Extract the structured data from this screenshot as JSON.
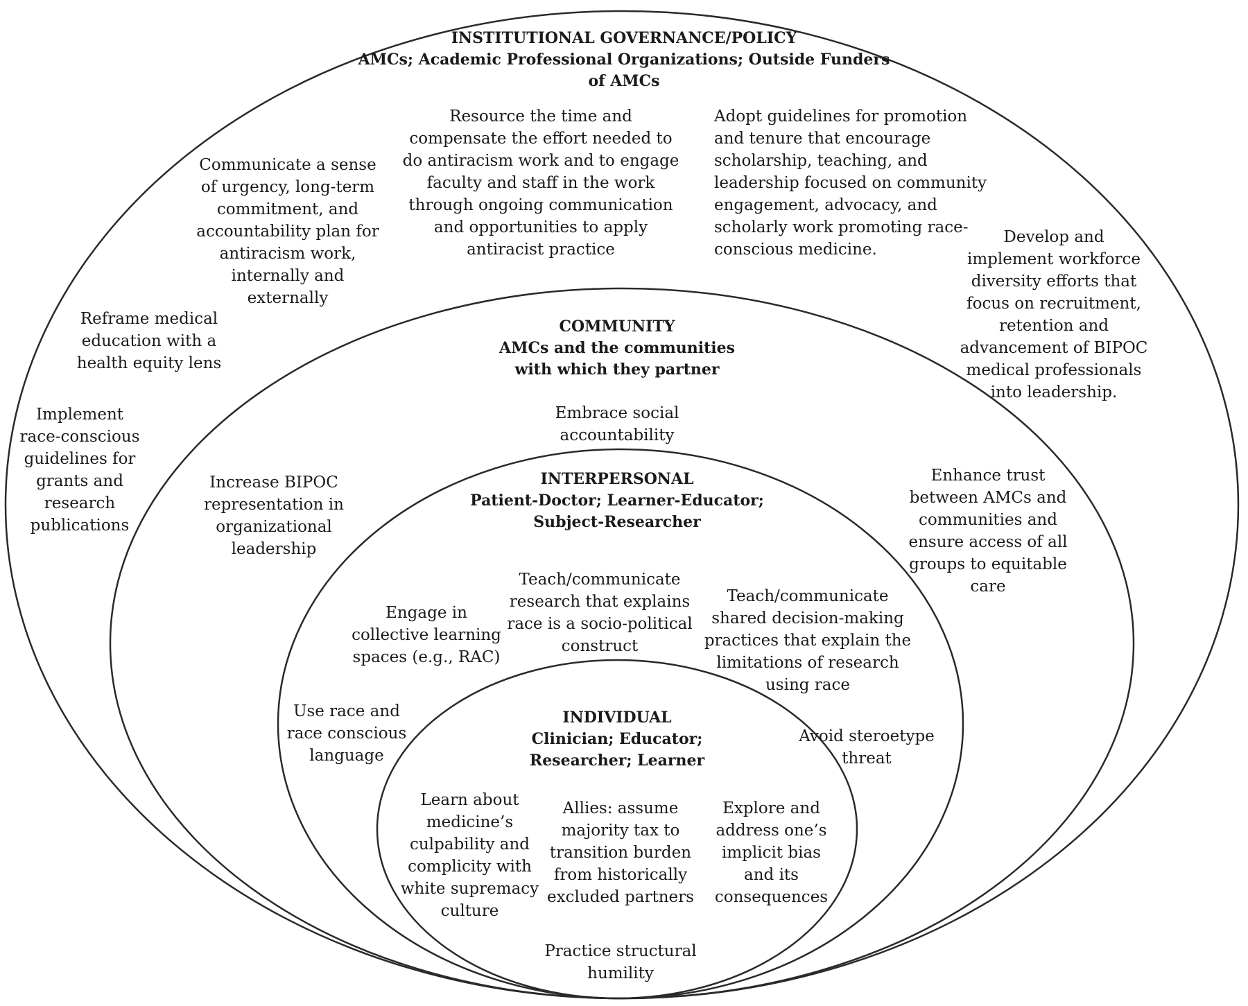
{
  "levels": {
    "institutional": {
      "name": "INSTITUTIONAL GOVERNANCE/POLICY",
      "sub": "AMCs; Academic Professional Organizations; Outside Funders\nof AMCs"
    },
    "community": {
      "name": "COMMUNITY",
      "sub": "AMCs and the communities\nwith which they partner"
    },
    "interpersonal": {
      "name": "INTERPERSONAL",
      "sub": "Patient-Doctor; Learner-Educator;\nSubject-Researcher"
    },
    "individual": {
      "name": "INDIVIDUAL",
      "sub": "Clinician; Educator;\nResearcher; Learner"
    }
  },
  "strategies": {
    "institutional": [
      "Communicate a sense\nof urgency, long-term\ncommitment, and\naccountability plan for\nantiracism work,\ninternally and\nexternally",
      "Resource the time and\ncompensate the effort needed to\ndo antiracism work and to engage\nfaculty and staff in the work\nthrough ongoing communication\nand opportunities to apply\nantiracist practice",
      "Adopt guidelines for promotion\nand tenure that encourage\nscholarship, teaching, and\nleadership focused on community\nengagement, advocacy, and\nscholarly work promoting race-\nconscious medicine.",
      "Develop and\nimplement workforce\ndiversity efforts that\nfocus on recruitment,\nretention and\nadvancement of BIPOC\nmedical professionals\ninto leadership.",
      "Reframe medical\neducation with a\nhealth equity lens",
      "Implement\nrace-conscious\nguidelines for\ngrants and\nresearch\npublications"
    ],
    "community": [
      "Embrace social\naccountability",
      "Increase BIPOC\nrepresentation in\norganizational\nleadership",
      "Enhance trust\nbetween AMCs and\ncommunities and\nensure access of all\ngroups to equitable\ncare"
    ],
    "interpersonal": [
      "Teach/communicate\nresearch that explains\nrace is a socio-political\nconstruct",
      "Engage in\ncollective learning\nspaces (e.g., RAC)",
      "Teach/communicate\nshared decision-making\npractices that explain the\nlimitations of research\nusing race",
      "Use race and\nrace conscious\nlanguage",
      "Avoid steroetype\nthreat"
    ],
    "individual": [
      "Learn about\nmedicine’s\nculpability and\ncomplicity with\nwhite supremacy\nculture",
      "Allies: assume\nmajority tax to\ntransition burden\nfrom historically\nexcluded partners",
      "Explore and\naddress one’s\nimplicit bias\nand its\nconsequences",
      "Practice structural\nhumility"
    ]
  }
}
